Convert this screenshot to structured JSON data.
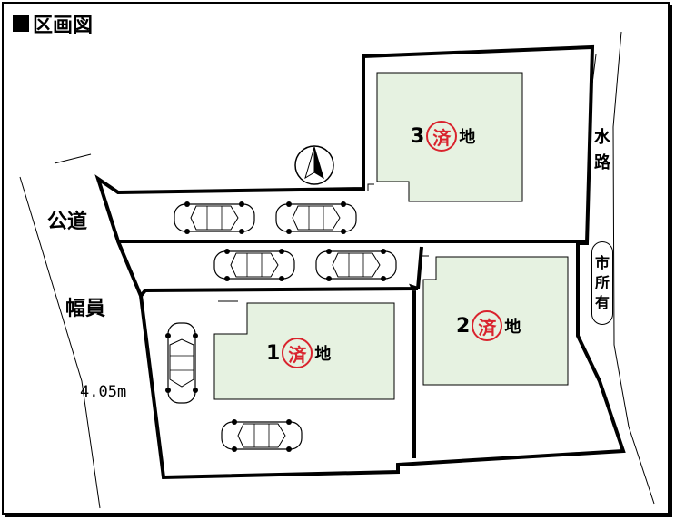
{
  "title": "区画図",
  "road": {
    "name": "公道",
    "width_label": "幅員",
    "width_value": "4.05m"
  },
  "canal": {
    "name_chars": [
      "水",
      "路"
    ],
    "owner_chars": [
      "市",
      "所",
      "有"
    ]
  },
  "lots": [
    {
      "number": "3",
      "stamp": "済",
      "suffix": "地"
    },
    {
      "number": "2",
      "stamp": "済",
      "suffix": "地"
    },
    {
      "number": "1",
      "stamp": "済",
      "suffix": "地"
    }
  ],
  "colors": {
    "lot_fill": "#e6f2e1",
    "stamp": "#d9232d",
    "line": "#000000"
  },
  "icons": [
    "north-arrow-icon",
    "car-icon"
  ]
}
